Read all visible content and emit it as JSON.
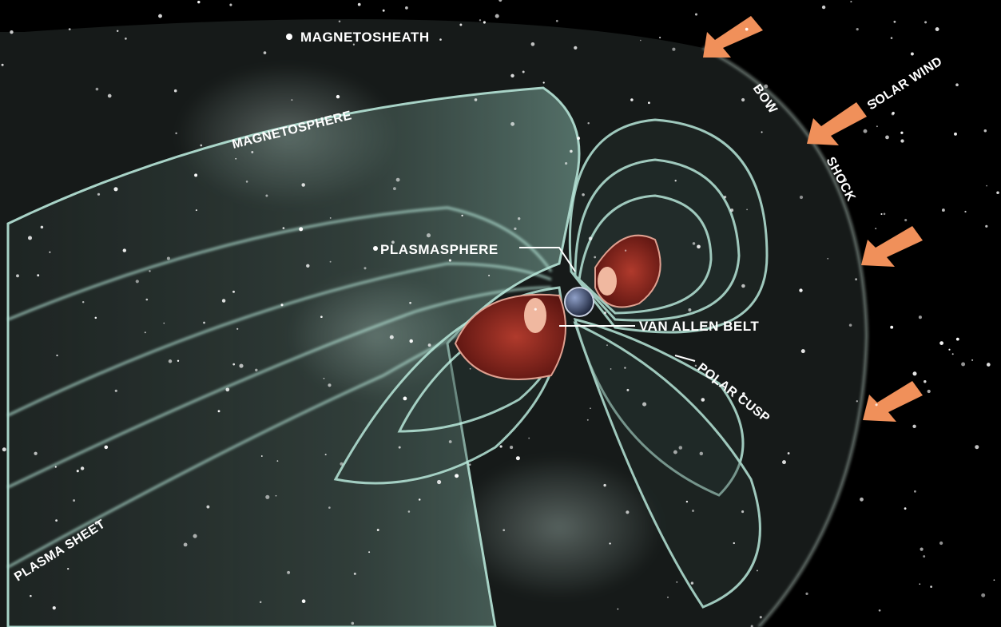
{
  "labels": {
    "magnetosheath": "MAGNETOSHEATH",
    "magnetosphere": "MAGNETOSPHERE",
    "bow": "BOW",
    "shock": "SHOCK",
    "solar_wind": "SOLAR WIND",
    "plasmasphere": "PLASMASPHERE",
    "van_allen_belt": "VAN ALLEN BELT",
    "polar_cusp": "POLAR CUSP",
    "plasma_sheet": "PLASMA SHEET"
  },
  "colors": {
    "background": "#000000",
    "field_line_glow": "#9fe0d0",
    "belt_red": "#7a1a14",
    "arrow_orange": "#f0905a",
    "earth": "#2a3550"
  }
}
